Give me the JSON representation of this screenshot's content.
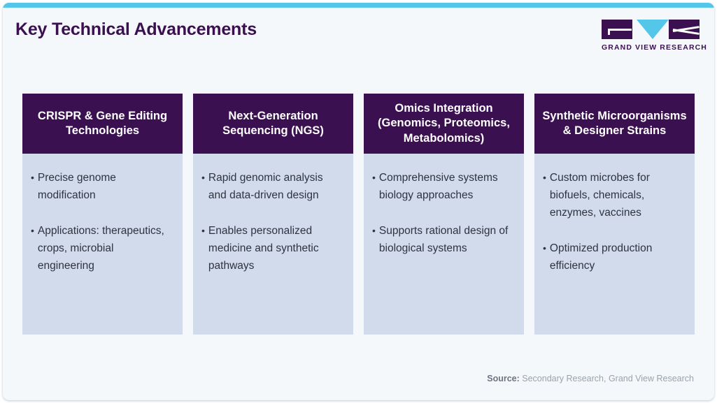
{
  "header": {
    "title": "Key Technical Advancements",
    "title_color": "#3b1050",
    "accent_color": "#53c6ea"
  },
  "logo": {
    "text": "GRAND VIEW RESEARCH",
    "mark_color": "#3b1050",
    "triangle_color": "#53c6ea"
  },
  "cards": [
    {
      "title": "CRISPR & Gene Editing Technologies",
      "bullets": [
        "Precise genome modification",
        "Applications: therapeutics, crops, microbial engineering"
      ]
    },
    {
      "title": "Next-Generation Sequencing (NGS)",
      "bullets": [
        "Rapid genomic analysis and data-driven design",
        "Enables personalized medicine and synthetic pathways"
      ]
    },
    {
      "title": "Omics Integration (Genomics, Proteomics, Metabolomics)",
      "bullets": [
        "Comprehensive systems biology approaches",
        "Supports rational design of biological systems"
      ]
    },
    {
      "title": "Synthetic Microorganisms & Designer Strains",
      "bullets": [
        "Custom microbes for biofuels, chemicals, enzymes, vaccines",
        "Optimized production efficiency"
      ]
    }
  ],
  "bullet_glyph": "•",
  "card_colors": {
    "header_bg": "#3b1050",
    "header_text": "#ffffff",
    "body_bg": "#d2dbeb",
    "body_text": "#2e3340"
  },
  "source": {
    "label": "Source:",
    "text": " Secondary Research, Grand View Research"
  }
}
